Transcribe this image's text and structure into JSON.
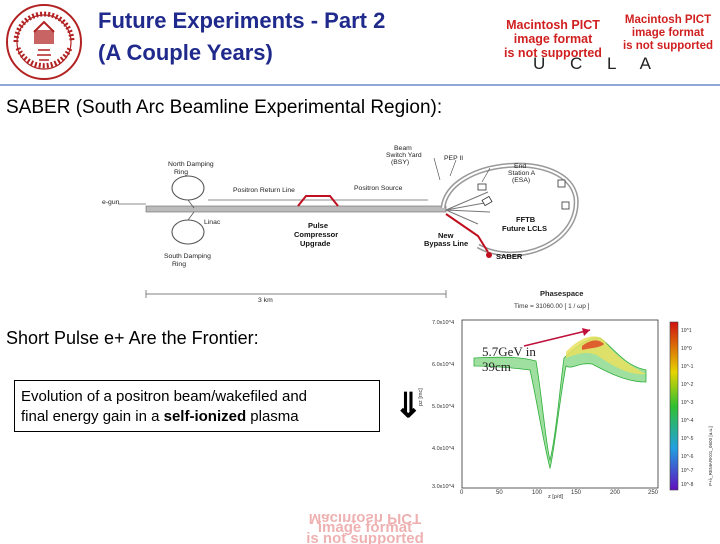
{
  "header": {
    "title_line1": "Future Experiments - Part 2",
    "title_line2": "(A Couple Years)",
    "pict_line1": "Macintosh PICT",
    "pict_line2": "image format",
    "pict_line3": "is not supported",
    "pict2_line1": "Macintosh PICT",
    "pict2_line2": "image format",
    "pict2_line3": "is not supported",
    "ucla": "U C L A"
  },
  "saber_heading": "SABER (South Arc Beamline Experimental Region):",
  "beamline": {
    "labels": {
      "beam_switch_yard": "Beam",
      "beam_switch_yard_2": "Switch Yard",
      "beam_switch_yard_3": "(BSY)",
      "pep": "PEP II",
      "end_station": "End",
      "end_station_2": "Station A",
      "end_station_3": "(ESA)",
      "north_ring": "North Damping",
      "north_ring_2": "Ring",
      "positron_return": "Positron Return Line",
      "positron_source": "Positron Source",
      "egun": "e-gun",
      "linac": "Linac",
      "pulse1": "Pulse",
      "pulse2": "Compressor",
      "pulse3": "Upgrade",
      "new1": "New",
      "new2": "Bypass Line",
      "fftb1": "FFTB",
      "fftb2": "Future LCLS",
      "saber": "SABER",
      "south_ring": "South Damping",
      "south_ring_2": "Ring",
      "scale": "3 km"
    }
  },
  "short_pulse": "Short Pulse e+ Are the Frontier:",
  "evolution": {
    "line1": "Evolution of a positron beam/wakefiled and",
    "line2_pre": "final energy gain in a ",
    "line2_bold": "self-ionized",
    "line2_post": " plasma"
  },
  "plot": {
    "title": "Phasespace",
    "subtitle": "Time = 31060.00 [ 1 / ωp ]",
    "annotation_line1": "5.7GeV in",
    "annotation_line2": "39cm",
    "ylabel": "pz [mc]",
    "xlabel": "z [ρ/d]",
    "yticks": [
      "7.0x10^4",
      "6.0x10^4",
      "5.0x10^4",
      "4.0x10^4",
      "3.0x10^4"
    ],
    "xticks": [
      "0",
      "50",
      "100",
      "150",
      "200",
      "250"
    ],
    "colorbar_label": "P+λ_REMARK01_0600 [a.u.]",
    "colorbar_ticks": [
      "10^1",
      "10^0",
      "10^-1",
      "10^-2",
      "10^-3",
      "10^-4",
      "10^-5",
      "10^-6",
      "10^-7",
      "10^-8"
    ]
  },
  "watermark": {
    "line1": "Macintosh PICT",
    "line2": "image format",
    "line3": "is not supported"
  },
  "colors": {
    "title": "#1f2a8c",
    "pict": "#d02020",
    "rule": "#8fa8d8",
    "annotation_arrow": "#c0103a"
  }
}
